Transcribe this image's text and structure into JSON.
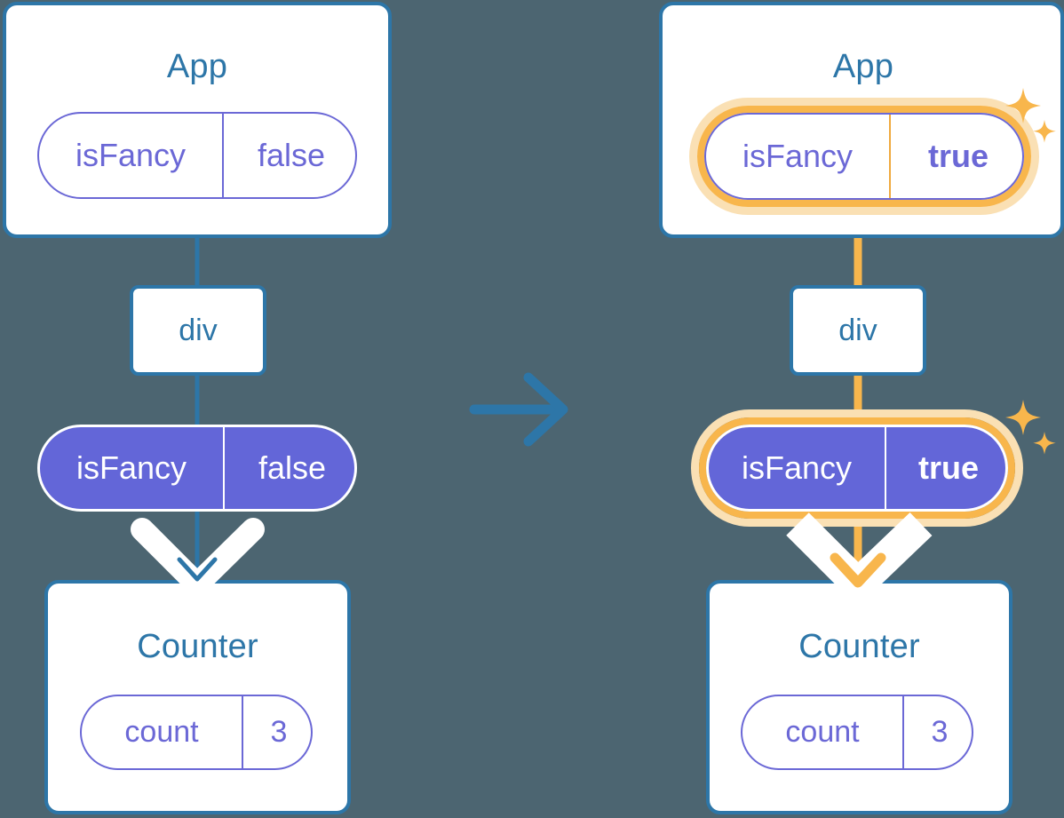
{
  "meta": {
    "background_color": "#4c6571",
    "blue": "#2d76a8",
    "purple": "#6366d8",
    "purple_outline": "#6b68d6",
    "orange": "#f8b64c",
    "orange_glow": "#fae0b4",
    "white": "#ffffff"
  },
  "transition_arrow": {
    "icon": "arrow-right-icon",
    "color": "#2d76a8"
  },
  "panels": [
    {
      "id": "before",
      "app": {
        "title": "App",
        "pill": {
          "name": "isFancy",
          "value": "false",
          "style": "outline",
          "highlighted": false,
          "bold_value": false
        }
      },
      "node": {
        "label": "div"
      },
      "prop_pill": {
        "name": "isFancy",
        "value": "false",
        "style": "filled",
        "highlighted": false,
        "bold_value": false
      },
      "counter": {
        "title": "Counter",
        "pill": {
          "name": "count",
          "value": "3",
          "style": "outline",
          "highlighted": false,
          "bold_value": false
        }
      },
      "flow_color": "#2d76a8",
      "sparkles": false
    },
    {
      "id": "after",
      "app": {
        "title": "App",
        "pill": {
          "name": "isFancy",
          "value": "true",
          "style": "outline",
          "highlighted": true,
          "bold_value": true
        }
      },
      "node": {
        "label": "div"
      },
      "prop_pill": {
        "name": "isFancy",
        "value": "true",
        "style": "filled",
        "highlighted": true,
        "bold_value": true
      },
      "counter": {
        "title": "Counter",
        "pill": {
          "name": "count",
          "value": "3",
          "style": "outline",
          "highlighted": false,
          "bold_value": false
        }
      },
      "flow_color": "#f8b64c",
      "sparkles": true
    }
  ]
}
